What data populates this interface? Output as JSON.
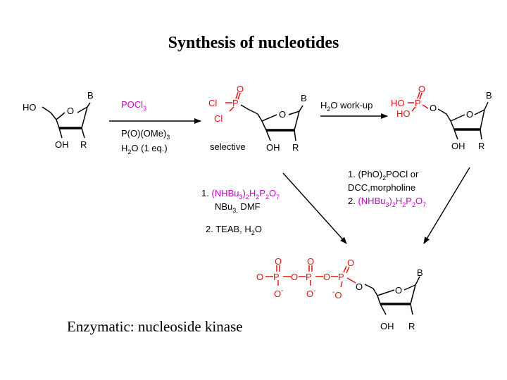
{
  "slide": {
    "title": "Synthesis of nucleotides",
    "footer": "Enzymatic: nucleoside kinase"
  },
  "colors": {
    "reagent": "#cc00cc",
    "oxygen": "#ee1111",
    "text": "#000000"
  },
  "labels": {
    "ho": "HO",
    "b": "B",
    "o": "O",
    "oh": "OH",
    "r": "R",
    "cl": "Cl",
    "p": "P",
    "o_minus": "O",
    "minus": "-"
  },
  "step1": {
    "reagent": "POCl",
    "reagent_sub": "3",
    "cond1": "P(O)(OMe)",
    "cond1_sub": "3",
    "cond2a": "H",
    "cond2_sub": "2",
    "cond2b": "O (1 eq.)",
    "note": "selective"
  },
  "step2": {
    "h": "H",
    "sub": "2",
    "rest": "O work-up"
  },
  "left_route": {
    "l1_prefix": "1. ",
    "l1_reagent": "(NHBu3)2H2P2O7",
    "l2": "NBu",
    "l2_sub": "3,",
    "l2_rest": " DMF",
    "l3": "2. TEAB, H",
    "l3_sub": "2",
    "l3_rest": "O"
  },
  "right_route": {
    "l1": "1. (PhO)",
    "l1_sub": "2",
    "l1_rest": "POCl or",
    "l2": "DCC,morpholine",
    "l3_prefix": "2. ",
    "l3_reagent": "(NHBu3)2H2P2O7"
  }
}
